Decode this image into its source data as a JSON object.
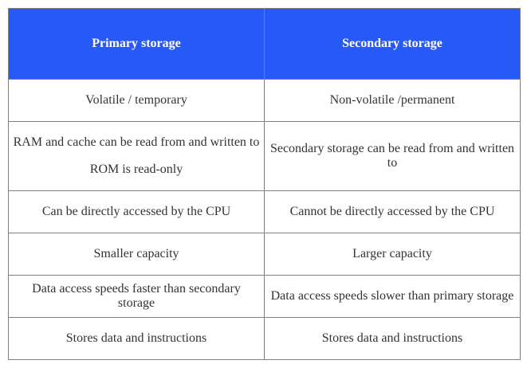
{
  "table": {
    "header_color": "#2659F5",
    "headers": [
      "Primary storage",
      "Secondary storage"
    ],
    "rows": [
      {
        "primary": "Volatile / temporary",
        "secondary": "Non-volatile /permanent"
      },
      {
        "primary_lines": [
          "RAM and cache can be read from and written to",
          "ROM is read-only"
        ],
        "secondary": "Secondary storage can be read from and written to"
      },
      {
        "primary": "Can be directly accessed by the CPU",
        "secondary": "Cannot be directly accessed by the CPU"
      },
      {
        "primary": "Smaller capacity",
        "secondary": "Larger capacity"
      },
      {
        "primary": "Data access speeds faster than secondary storage",
        "secondary": "Data access speeds slower than primary storage"
      },
      {
        "primary": "Stores data and instructions",
        "secondary": "Stores data and instructions"
      }
    ]
  }
}
